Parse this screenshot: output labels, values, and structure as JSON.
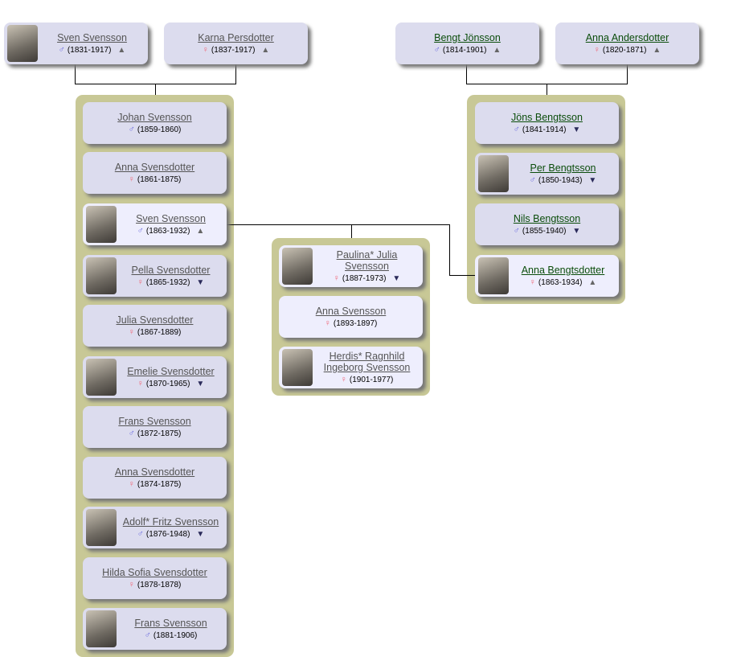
{
  "colors": {
    "family_bg": "#c8c896",
    "box": "#dcdcee",
    "box_highlight": "#eeeefd",
    "link_gray": "#555555",
    "link_green": "#0b4d0b",
    "male": "#6b6bdf",
    "female": "#f06a7a"
  },
  "symbols": {
    "male": "♂",
    "female": "♀",
    "up": "▲",
    "down": "▼"
  },
  "grandparents_paternal": [
    {
      "name": "Sven Svensson",
      "sex": "male",
      "years": "(1831-1917)",
      "arrow": "up",
      "photo": true,
      "link": "gray"
    },
    {
      "name": "Karna Persdotter",
      "sex": "female",
      "years": "(1837-1917)",
      "arrow": "up",
      "photo": false,
      "link": "gray"
    }
  ],
  "grandparents_maternal": [
    {
      "name": "Bengt Jönsson",
      "sex": "male",
      "years": "(1814-1901)",
      "arrow": "up",
      "photo": false,
      "link": "green"
    },
    {
      "name": "Anna Andersdotter",
      "sex": "female",
      "years": "(1820-1871)",
      "arrow": "up",
      "photo": false,
      "link": "green"
    }
  ],
  "paternal_siblings": [
    {
      "name": "Johan Svensson",
      "sex": "male",
      "years": "(1859-1860)",
      "arrow": "",
      "photo": false,
      "link": "gray"
    },
    {
      "name": "Anna Svensdotter",
      "sex": "female",
      "years": "(1861-1875)",
      "arrow": "",
      "photo": false,
      "link": "gray"
    },
    {
      "name": "Sven Svensson",
      "sex": "male",
      "years": "(1863-1932)",
      "arrow": "up",
      "photo": true,
      "link": "gray",
      "highlight": true
    },
    {
      "name": "Pella Svensdotter",
      "sex": "female",
      "years": "(1865-1932)",
      "arrow": "down",
      "photo": true,
      "link": "gray"
    },
    {
      "name": "Julia Svensdotter",
      "sex": "female",
      "years": "(1867-1889)",
      "arrow": "",
      "photo": false,
      "link": "gray"
    },
    {
      "name": "Emelie Svensdotter",
      "sex": "female",
      "years": "(1870-1965)",
      "arrow": "down",
      "photo": true,
      "link": "gray"
    },
    {
      "name": "Frans Svensson",
      "sex": "male",
      "years": "(1872-1875)",
      "arrow": "",
      "photo": false,
      "link": "gray"
    },
    {
      "name": "Anna Svensdotter",
      "sex": "female",
      "years": "(1874-1875)",
      "arrow": "",
      "photo": false,
      "link": "gray"
    },
    {
      "name": "Adolf* Fritz Svensson",
      "sex": "male",
      "years": "(1876-1948)",
      "arrow": "down",
      "photo": true,
      "link": "gray"
    },
    {
      "name": "Hilda Sofia Svensdotter",
      "sex": "female",
      "years": "(1878-1878)",
      "arrow": "",
      "photo": false,
      "link": "gray"
    },
    {
      "name": "Frans Svensson",
      "sex": "male",
      "years": "(1881-1906)",
      "arrow": "",
      "photo": true,
      "link": "gray"
    }
  ],
  "maternal_siblings": [
    {
      "name": "Jöns Bengtsson",
      "sex": "male",
      "years": "(1841-1914)",
      "arrow": "down",
      "photo": false,
      "link": "green"
    },
    {
      "name": "Per Bengtsson",
      "sex": "male",
      "years": "(1850-1943)",
      "arrow": "down",
      "photo": true,
      "link": "green"
    },
    {
      "name": "Nils Bengtsson",
      "sex": "male",
      "years": "(1855-1940)",
      "arrow": "down",
      "photo": false,
      "link": "green"
    },
    {
      "name": "Anna Bengtsdotter",
      "sex": "female",
      "years": "(1863-1934)",
      "arrow": "up",
      "photo": true,
      "link": "green",
      "highlight": true
    }
  ],
  "children": [
    {
      "name": "Paulina* Julia Svensson",
      "sex": "female",
      "years": "(1887-1973)",
      "arrow": "down",
      "photo": true,
      "link": "gray",
      "highlight": true
    },
    {
      "name": "Anna Svensson",
      "sex": "female",
      "years": "(1893-1897)",
      "arrow": "",
      "photo": false,
      "link": "gray",
      "highlight": true
    },
    {
      "name": "Herdis* Ragnhild Ingeborg Svensson",
      "sex": "female",
      "years": "(1901-1977)",
      "arrow": "",
      "photo": true,
      "link": "gray",
      "highlight": true
    }
  ]
}
